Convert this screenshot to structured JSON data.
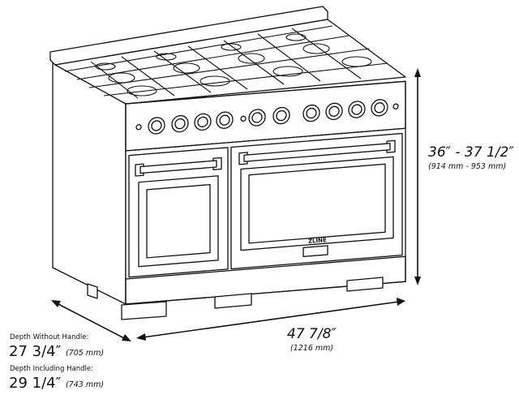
{
  "product": {
    "brand_badge": "ZLINE",
    "height": {
      "imperial": "36″ - 37 1/2″",
      "metric": "(914 mm - 953 mm)"
    },
    "width": {
      "imperial": "47 7/8″",
      "metric": "(1216 mm)"
    },
    "depth_without_handle": {
      "label": "Depth Without Handle:",
      "imperial": "27 3/4″",
      "metric": "(705 mm)"
    },
    "depth_including_handle": {
      "label": "Depth Including Handle:",
      "imperial": "29 1/4″",
      "metric": "(743 mm)"
    }
  },
  "colors": {
    "line": "#111111",
    "background": "#ffffff"
  }
}
